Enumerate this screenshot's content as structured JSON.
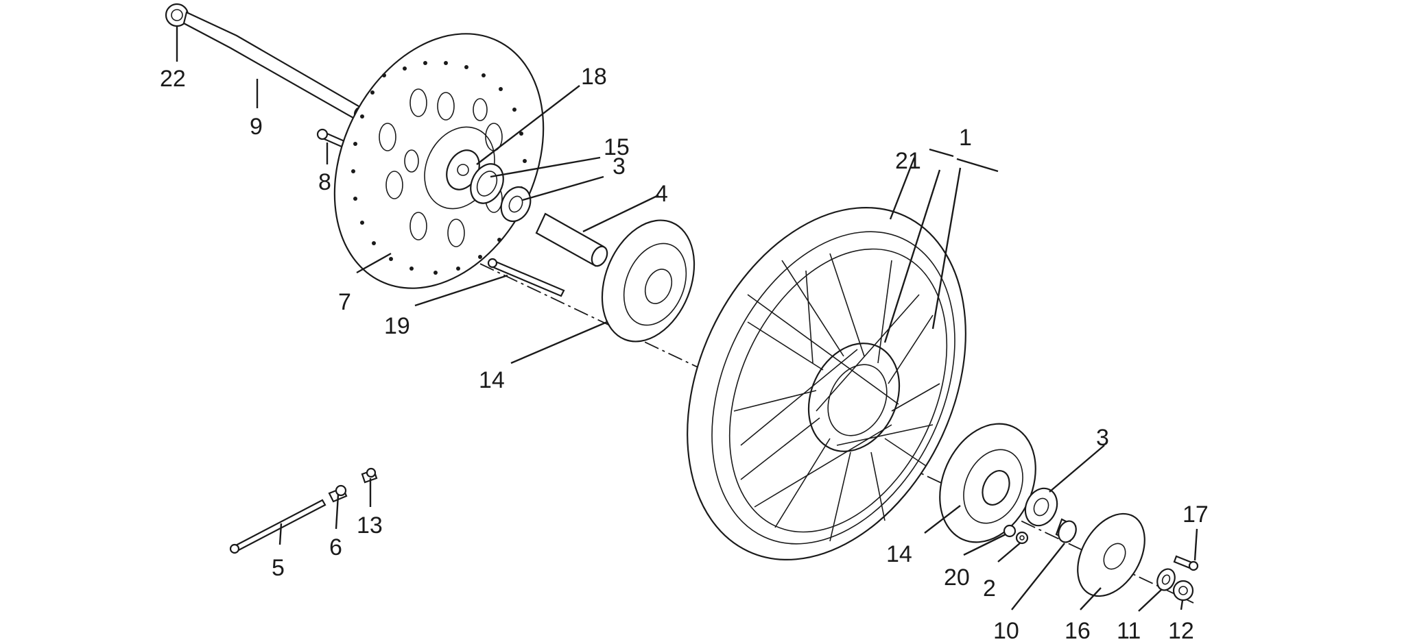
{
  "diagram": {
    "labels": [
      "1",
      "2",
      "3",
      "3",
      "4",
      "5",
      "6",
      "7",
      "8",
      "9",
      "10",
      "11",
      "12",
      "13",
      "14",
      "14",
      "15",
      "16",
      "17",
      "18",
      "19",
      "20",
      "21",
      "22"
    ]
  }
}
